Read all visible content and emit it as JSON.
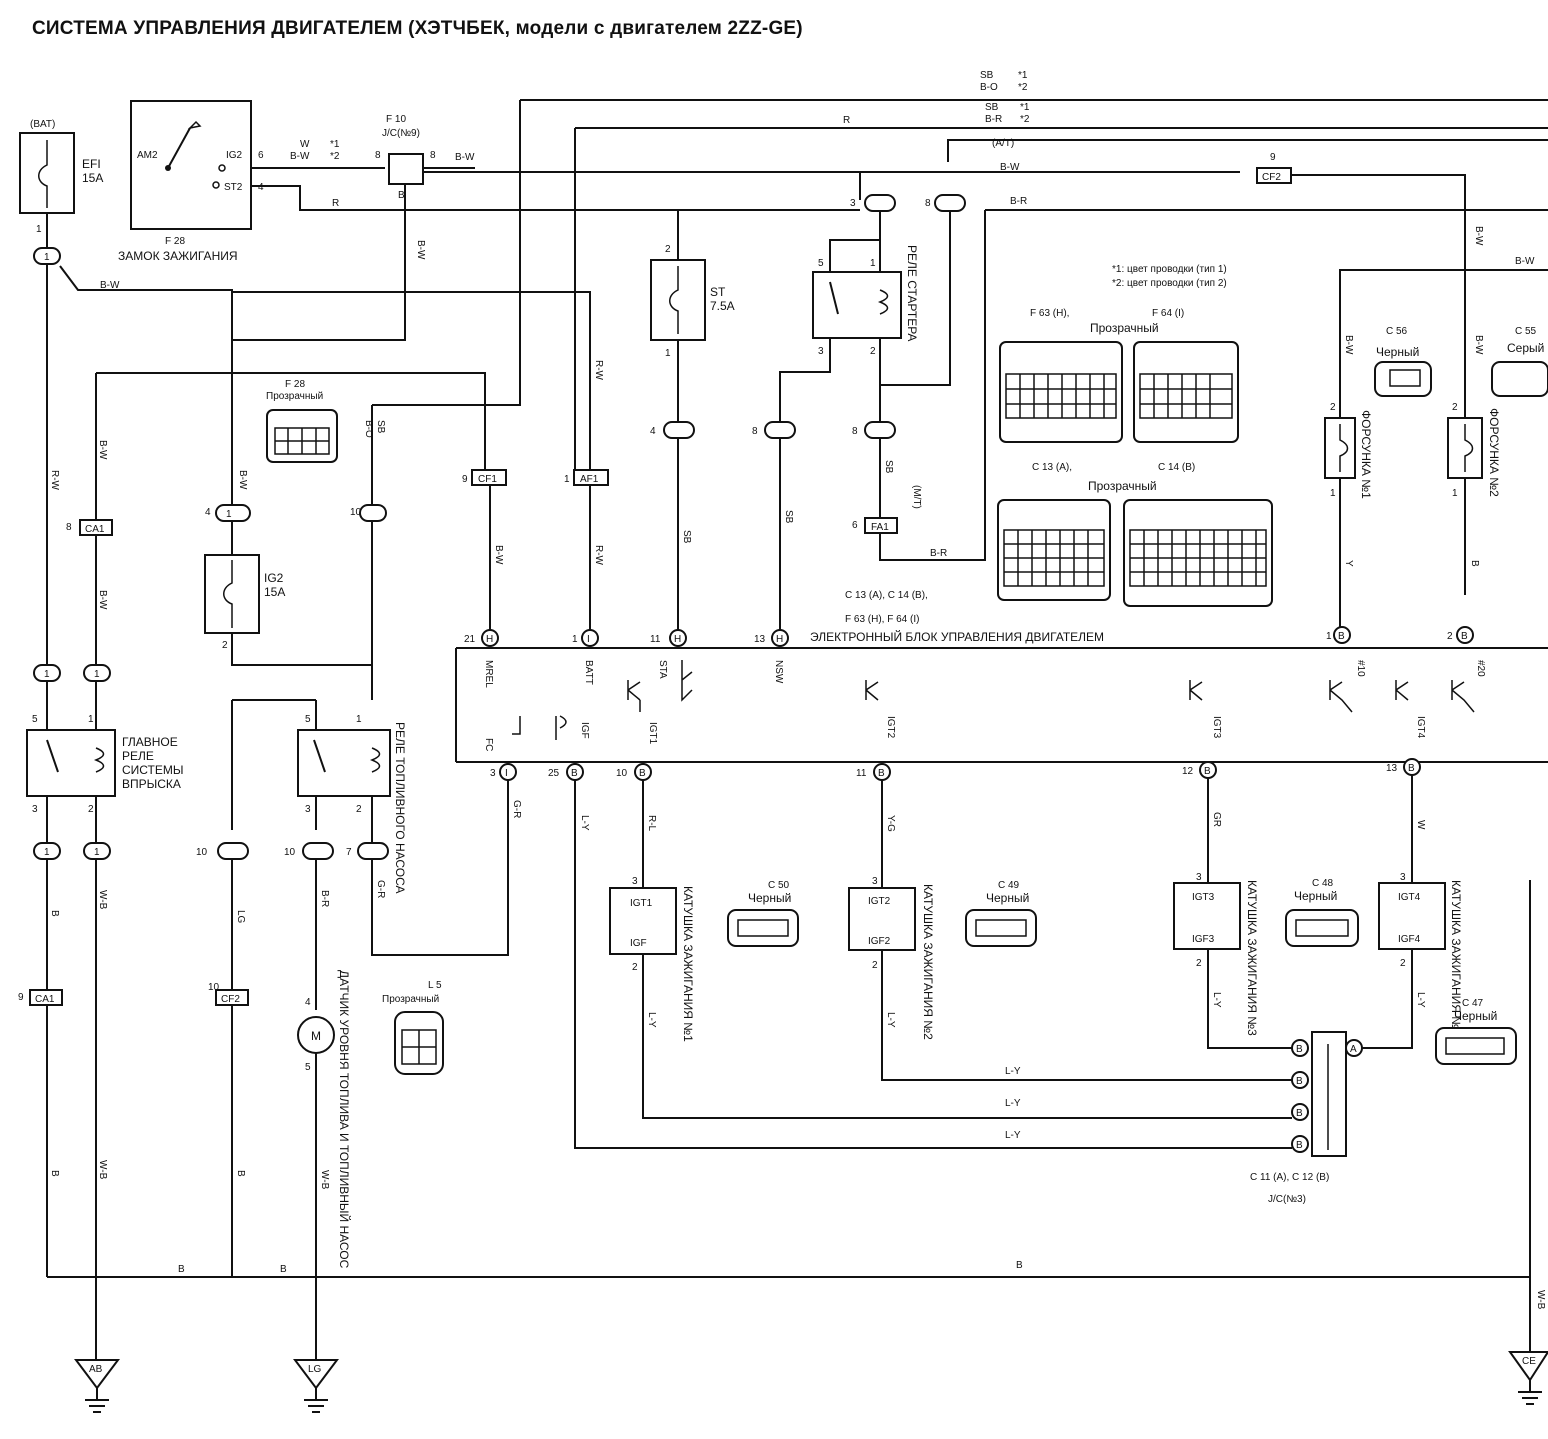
{
  "title": "СИСТЕМА УПРАВЛЕНИЯ ДВИГАТЕЛЕМ (ХЭТЧБЕК, модели с двигателем 2ZZ-GE)",
  "notes": {
    "n1": "*1: цвет проводки (тип 1)",
    "n2": "*2: цвет проводки (тип 2)"
  },
  "components": {
    "bat": "(BAT)",
    "efi": "EFI",
    "efi_rating": "15A",
    "ignition_switch": "ЗАМОК ЗАЖИГАНИЯ",
    "ignition_switch_code": "F 28",
    "am2": "AM2",
    "ig2_term": "IG2",
    "st2_term": "ST2",
    "jc9": "J/C(№9)",
    "jc9_code": "F 10",
    "st_fuse": "ST",
    "st_rating": "7.5A",
    "starter_relay": "РЕЛЕ СТАРТЕРА",
    "ig2_fuse": "IG2",
    "ig2_rating": "15A",
    "main_relay_1": "ГЛАВНОЕ",
    "main_relay_2": "РЕЛЕ",
    "main_relay_3": "СИСТЕМЫ",
    "main_relay_4": "ВПРЫСКА",
    "fuel_pump_relay": "РЕЛЕ ТОПЛИВНОГО НАСОСА",
    "fuel_pump": "ДАТЧИК УРОВНЯ ТОПЛИВА И ТОПЛИВНЫЙ НАСОС",
    "motor": "M",
    "ecu": "ЭЛЕКТРОННЫЙ БЛОК УПРАВЛЕНИЯ ДВИГАТЕЛЕМ",
    "coil1": "КАТУШКА ЗАЖИГАНИЯ №1",
    "coil2": "КАТУШКА ЗАЖИГАНИЯ №2",
    "coil3": "КАТУШКА ЗАЖИГАНИЯ №3",
    "coil4": "КАТУШКА ЗАЖИГАНИЯ №4",
    "inj1": "ФОРСУНКА №1",
    "inj2": "ФОРСУНКА №2",
    "jc3": "J/C(№3)",
    "jc3_codes": "C 11 (A), C 12 (B)"
  },
  "connectors": {
    "f28": "F 28",
    "f28_desc": "Прозрачный",
    "f63": "F 63 (H),",
    "f64": "F 64 (I)",
    "f63_64_desc": "Прозрачный",
    "c13": "C 13 (A),",
    "c14": "C 14 (B)",
    "c13_14_desc": "Прозрачный",
    "ecu_codes_1": "C 13 (A), C 14 (B),",
    "ecu_codes_2": "F 63 (H), F 64 (I)",
    "c56": "C 56",
    "c56_desc": "Черный",
    "c55": "C 55",
    "c55_desc": "Серый",
    "c50": "C 50",
    "c50_desc": "Черный",
    "c49": "C 49",
    "c49_desc": "Черный",
    "c48": "C 48",
    "c48_desc": "Черный",
    "c47": "C 47",
    "c47_desc": "Черный",
    "l5": "L 5",
    "l5_desc": "Прозрачный"
  },
  "ecu_pins": {
    "mrel": "MREL",
    "batt": "BATT",
    "sta": "STA",
    "nsw": "NSW",
    "fc": "FC",
    "igf": "IGF",
    "igt1": "IGT1",
    "igt2": "IGT2",
    "igt3": "IGT3",
    "igt4": "IGT4",
    "p10": "#10",
    "p20": "#20"
  },
  "junctions": {
    "ca1": "CA1",
    "cf1": "CF1",
    "af1": "AF1",
    "cf2": "CF2",
    "fa1": "FA1",
    "ab": "AB",
    "lg": "LG",
    "ce": "CE"
  },
  "wires": {
    "bw": "B-W",
    "rw": "R-W",
    "r": "R",
    "b": "B",
    "wb": "W-B",
    "br": "B-R",
    "ly": "L-Y",
    "rl": "R-L",
    "yg": "Y-G",
    "gr": "GR",
    "w": "W",
    "y": "Y",
    "bo": "B-O",
    "lgb": "LG",
    "gr2": "G-R",
    "sb": "SB",
    "star1": "*1",
    "star2": "*2",
    "at": "(A/T)",
    "mt": "(M/T)"
  }
}
